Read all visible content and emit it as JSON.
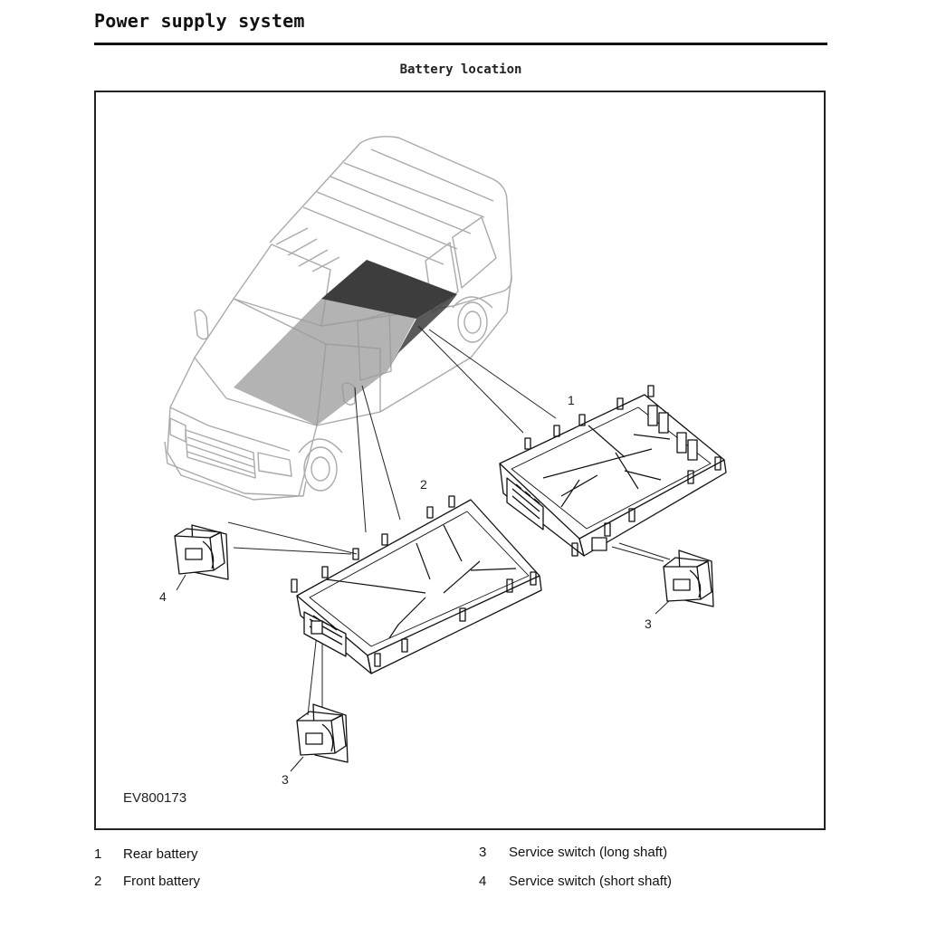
{
  "header": {
    "title": "Power supply system"
  },
  "figure": {
    "caption": "Battery location",
    "id": "EV800173",
    "callouts": {
      "rear_battery": "1",
      "front_battery": "2",
      "switch_long_bottom": "3",
      "switch_long_right": "3",
      "switch_short": "4"
    }
  },
  "legend": [
    {
      "num": "1",
      "text": "Rear battery"
    },
    {
      "num": "2",
      "text": "Front battery"
    },
    {
      "num": "3",
      "text": "Service switch (long shaft)"
    },
    {
      "num": "4",
      "text": "Service switch (short shaft)"
    }
  ]
}
